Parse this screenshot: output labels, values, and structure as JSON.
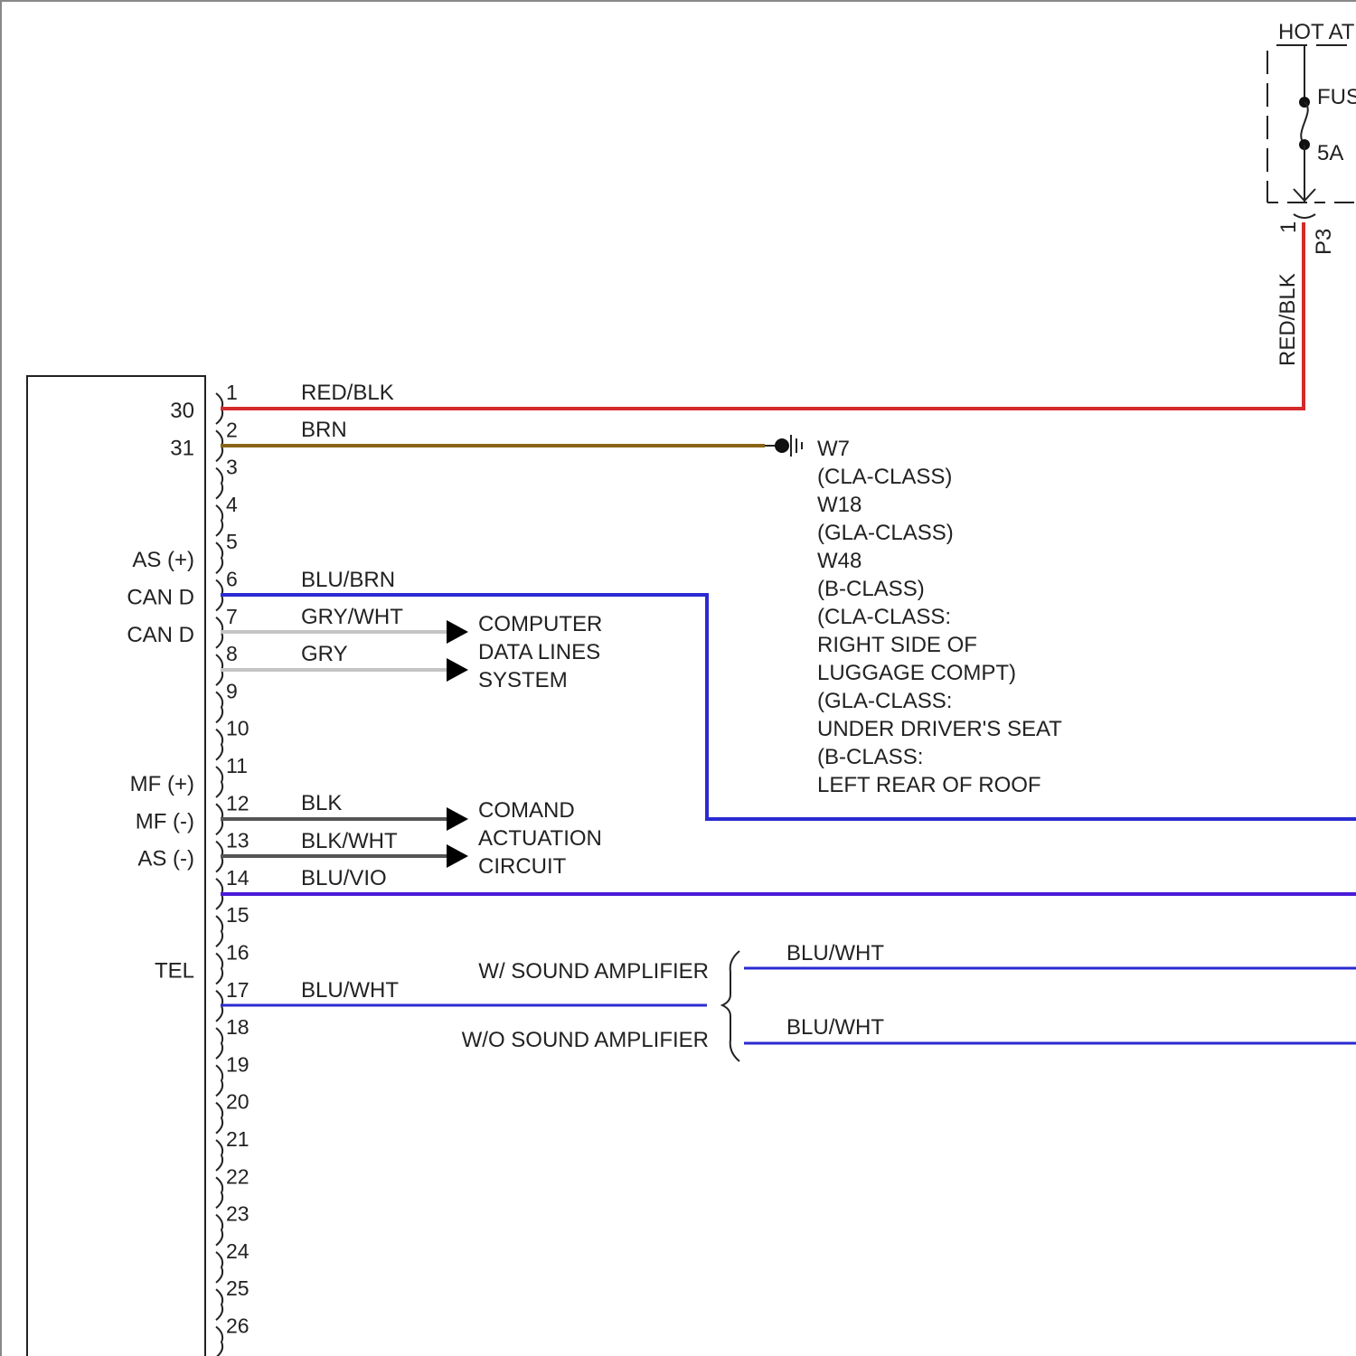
{
  "colors": {
    "red_blk": "#d42a2a",
    "brn": "#8a6414",
    "blu": "#2a2ad2",
    "blu_vio": "#4a1ad8",
    "gry": "#c4c4c4",
    "blk": "#555555",
    "line": "#222222"
  },
  "fuse_box": {
    "title": "HOT AT",
    "fuse_label": "FUS",
    "rating": "5A",
    "connector": "P3",
    "pin": "1",
    "wire_color": "RED/BLK"
  },
  "module": {
    "terminals": [
      {
        "pin": "1",
        "label": "30"
      },
      {
        "pin": "2",
        "label": "31"
      },
      {
        "pin": "3",
        "label": ""
      },
      {
        "pin": "4",
        "label": ""
      },
      {
        "pin": "5",
        "label": "AS (+)"
      },
      {
        "pin": "6",
        "label": "CAN D"
      },
      {
        "pin": "7",
        "label": "CAN D"
      },
      {
        "pin": "8",
        "label": ""
      },
      {
        "pin": "9",
        "label": ""
      },
      {
        "pin": "10",
        "label": ""
      },
      {
        "pin": "11",
        "label": "MF (+)"
      },
      {
        "pin": "12",
        "label": "MF (-)"
      },
      {
        "pin": "13",
        "label": "AS (-)"
      },
      {
        "pin": "14",
        "label": ""
      },
      {
        "pin": "15",
        "label": ""
      },
      {
        "pin": "16",
        "label": "TEL"
      },
      {
        "pin": "17",
        "label": ""
      },
      {
        "pin": "18",
        "label": ""
      },
      {
        "pin": "19",
        "label": ""
      },
      {
        "pin": "20",
        "label": ""
      },
      {
        "pin": "21",
        "label": ""
      },
      {
        "pin": "22",
        "label": ""
      },
      {
        "pin": "23",
        "label": ""
      },
      {
        "pin": "24",
        "label": ""
      },
      {
        "pin": "25",
        "label": ""
      },
      {
        "pin": "26",
        "label": ""
      }
    ]
  },
  "wires": {
    "pin1": "RED/BLK",
    "pin2": "BRN",
    "pin5": "BLU/BRN",
    "pin6": "GRY/WHT",
    "pin7": "GRY",
    "pin11": "BLK",
    "pin12": "BLK/WHT",
    "pin13": "BLU/VIO",
    "pin16": "BLU/WHT"
  },
  "ground": {
    "lines": [
      "W7",
      "(CLA-CLASS)",
      "W18",
      "(GLA-CLASS)",
      "W48",
      "(B-CLASS)",
      "(CLA-CLASS:",
      "RIGHT SIDE OF",
      "LUGGAGE COMPT)",
      "(GLA-CLASS:",
      "UNDER DRIVER'S SEAT",
      "(B-CLASS:",
      "LEFT REAR OF ROOF"
    ]
  },
  "can_ref": {
    "lines": [
      "COMPUTER",
      "DATA LINES",
      "SYSTEM"
    ]
  },
  "comand_ref": {
    "lines": [
      "COMAND",
      "ACTUATION",
      "CIRCUIT"
    ]
  },
  "tel_branch": {
    "with_amp": "W/ SOUND AMPLIFIER",
    "without_amp": "W/O SOUND AMPLIFIER",
    "with_amp_wire": "BLU/WHT",
    "without_amp_wire": "BLU/WHT"
  }
}
